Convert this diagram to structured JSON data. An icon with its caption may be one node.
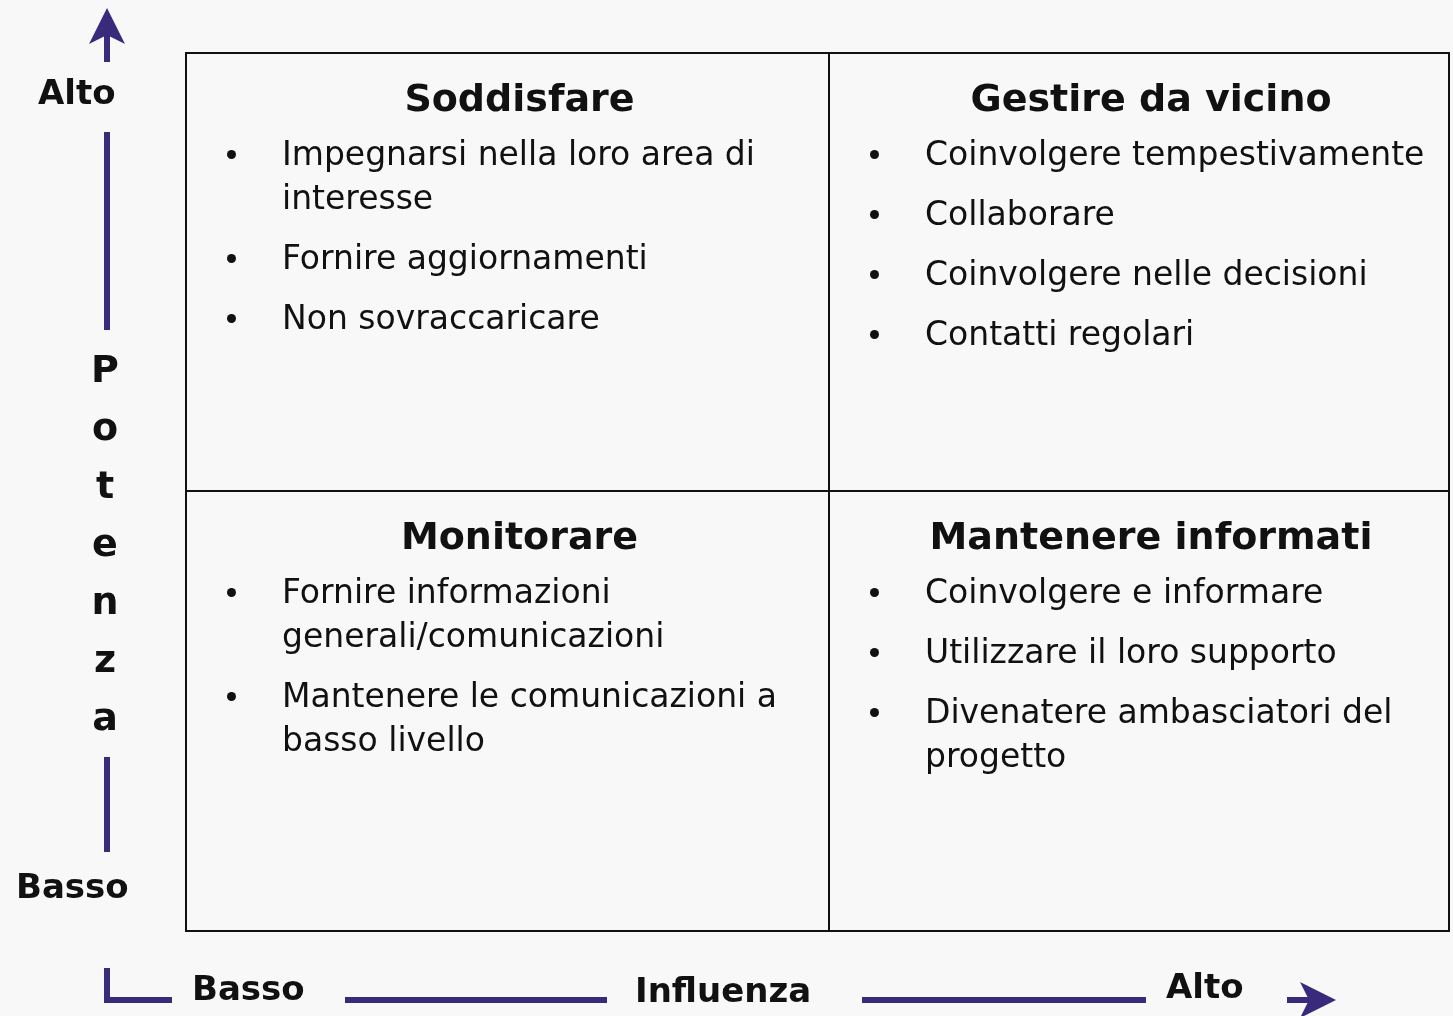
{
  "diagram": {
    "nodes": [
      {
        "text": [
          "Soddisfare",
          "Impegnarsi nella loro area di interesse",
          "Fornire aggiornamenti",
          "Non sovraccaricare"
        ]
      },
      {
        "text": [
          "Gestire da vicino",
          "Coinvolgere tempestivamente",
          "Collaborare",
          "Coinvolgere nelle decisioni",
          "Contatti regolari"
        ]
      },
      {
        "text": [
          "Monitorare",
          "Fornire informazioni generali/comunicazioni",
          "Mantenere le comunicazioni a basso livello"
        ]
      },
      {
        "text": [
          "Mantenere informati",
          "Coinvolgere e informare",
          "Utilizzare il loro supporto",
          "Divenatere ambasciatori del progetto"
        ]
      }
    ],
    "edges": [],
    "labels": [
      "Alto",
      "Potenza",
      "Basso",
      "Basso",
      "Influenza",
      "Alto"
    ]
  }
}
